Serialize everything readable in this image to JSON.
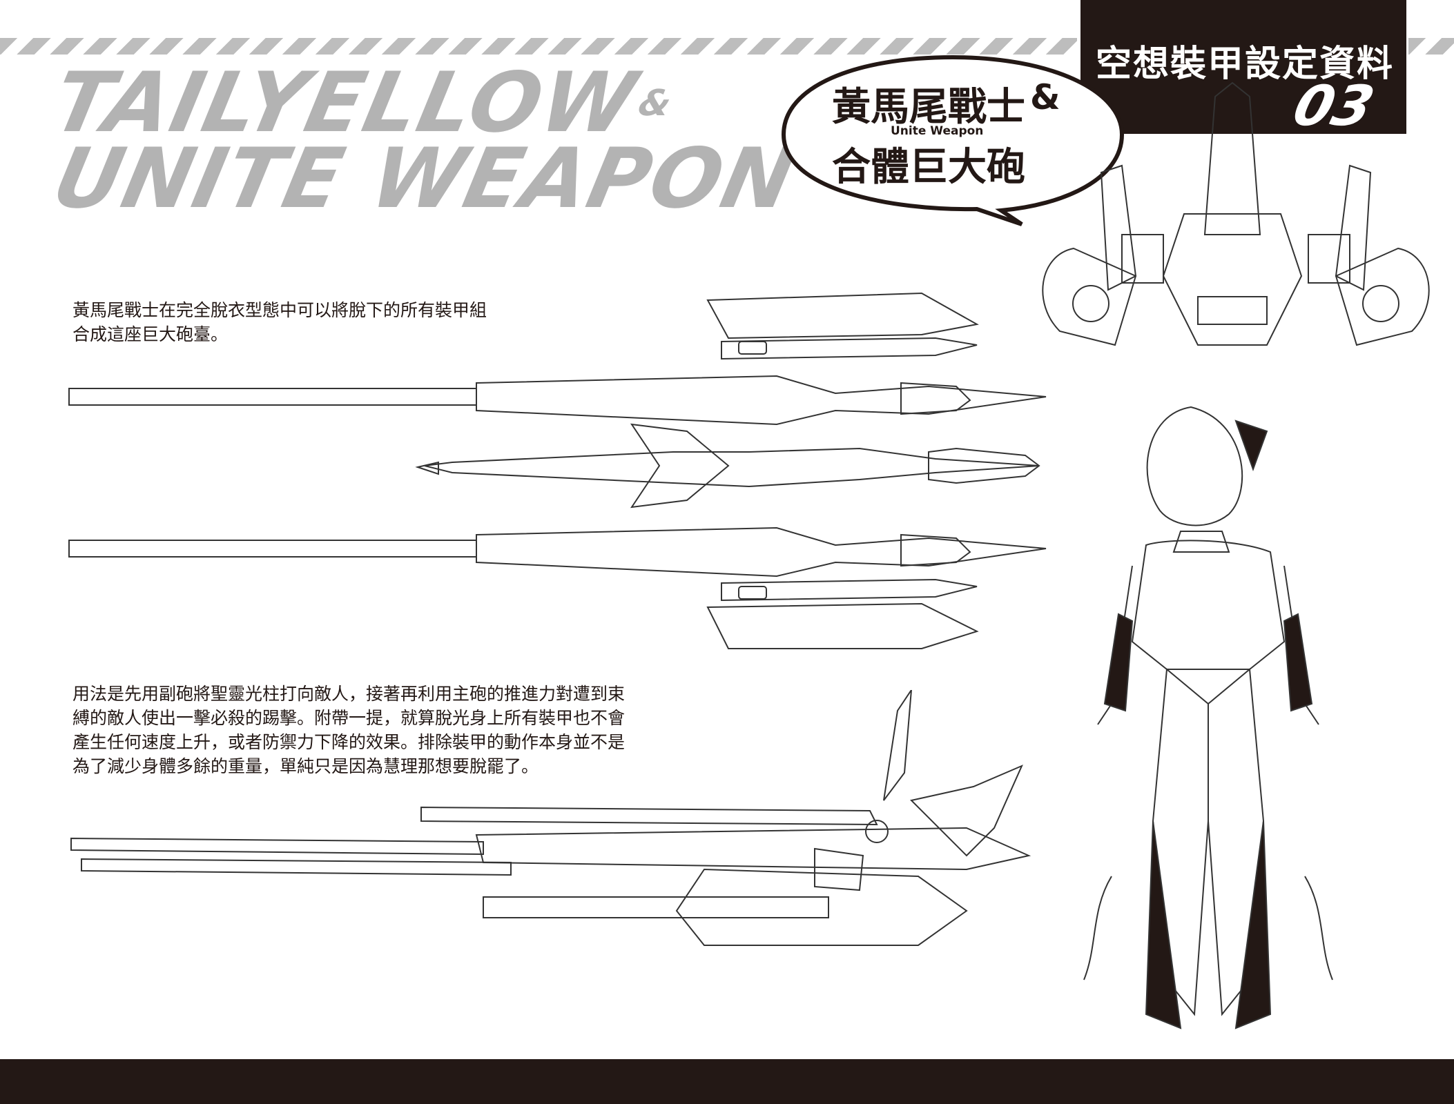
{
  "title": {
    "line1": "TAILYELLOW",
    "amp": "&",
    "line2": "UNITE WEAPON"
  },
  "corner_tab": {
    "label": "空想裝甲設定資料",
    "number": "03"
  },
  "bubble": {
    "line1": "黃馬尾戰士",
    "amp": "&",
    "subtitle": "Unite Weapon",
    "line2": "合體巨大砲"
  },
  "descriptions": {
    "first": "黃馬尾戰士在完全脫衣型態中可以將脫下的所有裝甲組合成這座巨大砲臺。",
    "second": "用法是先用副砲將聖靈光柱打向敵人，接著再利用主砲的推進力對遭到束縛的敵人使出一擊必殺的踢擊。附帶一提，就算脫光身上所有裝甲也不會產生任何速度上升，或者防禦力下降的效果。排除裝甲的動作本身並不是為了減少身體多餘的重量，單純只是因為慧理那想要脫罷了。"
  },
  "colors": {
    "dark": "#231815",
    "title_gray": "#b3b3b3",
    "stripe_gray": "#bdbdbd"
  }
}
